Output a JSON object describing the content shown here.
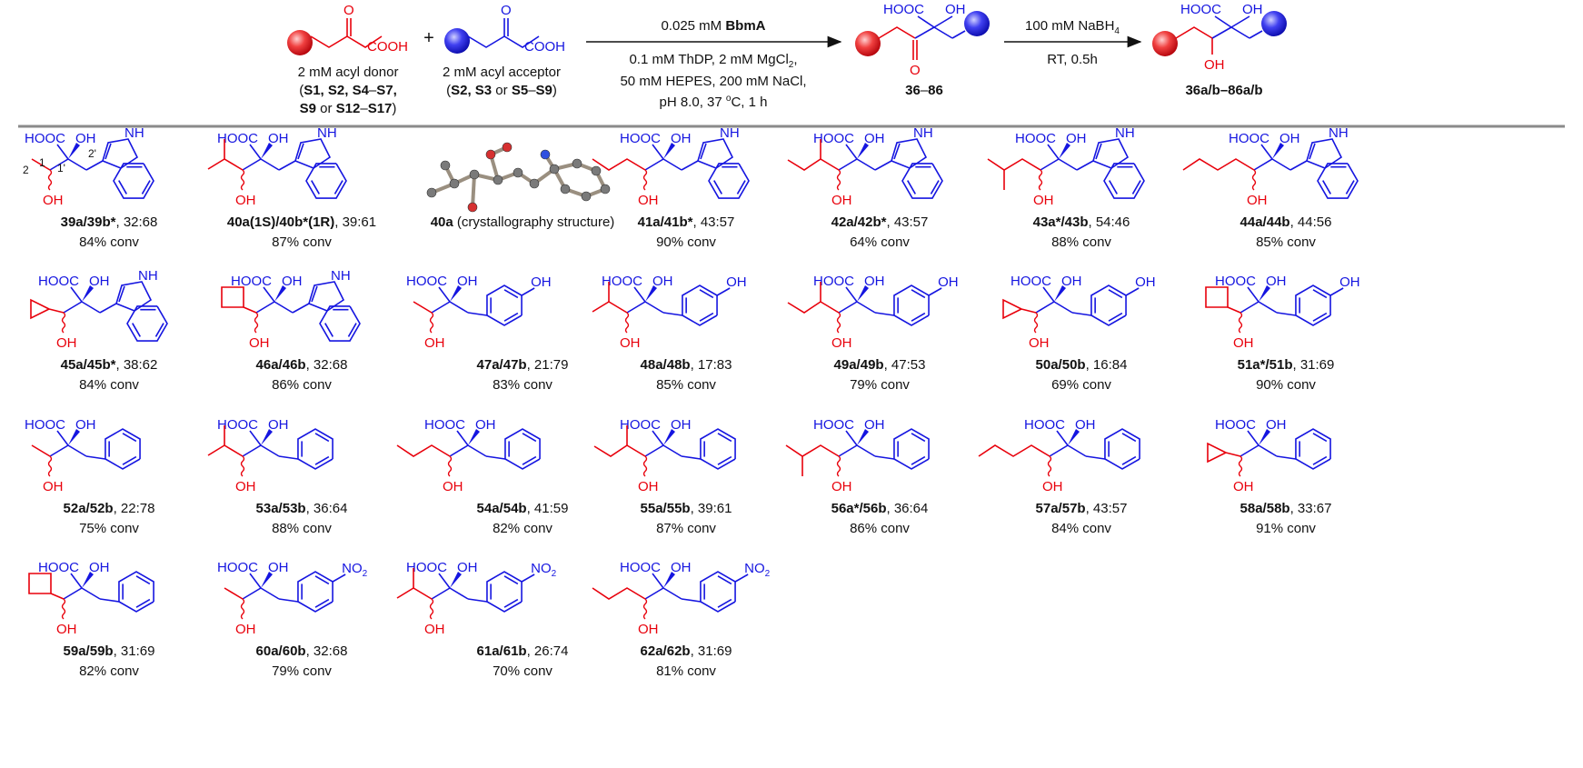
{
  "colors": {
    "donor": "#e8000b",
    "acceptor": "#1515e0",
    "text": "#111111",
    "divider": "#8a8a8a"
  },
  "scheme": {
    "donor": {
      "acid_label": "COOH",
      "oxo_label": "O",
      "conc": "2 mM acyl donor",
      "list_open": "(",
      "list_bold_1": "S1, S2, S4",
      "list_dash_1": "–",
      "list_bold_2": "S7,",
      "list_bold_3": "S9",
      "list_or": " or ",
      "list_bold_4": "S12",
      "list_dash_2": "–",
      "list_bold_5": "S17",
      "list_close": ")"
    },
    "plus": "+",
    "acceptor": {
      "acid_label": "COOH",
      "oxo_label": "O",
      "conc": "2 mM acyl acceptor",
      "list_open": "(",
      "list_bold_1": "S2, S3",
      "list_or": " or ",
      "list_bold_2": "S5",
      "list_dash": "–",
      "list_bold_3": "S9",
      "list_close": ")"
    },
    "step1": {
      "above_pre": "0.025 mM ",
      "above_bold": "BbmA",
      "line1_pre": "0.1 mM ThDP, 2 mM MgCl",
      "line1_sub": "2",
      "line1_post": ",",
      "line2": "50 mM HEPES, 200 mM NaCl,",
      "line3_pre": "pH 8.0, 37 ",
      "line3_sup": "o",
      "line3_post": "C, 1 h"
    },
    "intermediate": {
      "acid_label": "HOOC",
      "oh_label": "OH",
      "oxo_label": "O",
      "range_a": "36",
      "range_dash": "–",
      "range_b": "86"
    },
    "step2": {
      "above_pre": "100 mM NaBH",
      "above_sub": "4",
      "below": "RT, 0.5h"
    },
    "product": {
      "acid_label": "HOOC",
      "oh_label": "OH",
      "oh2_label": "OH",
      "range": "36a/b–86a/b"
    }
  },
  "compounds": [
    {
      "id": "39a/39b*",
      "ratio": ", 32:68",
      "conv": "84% conv",
      "donor": "ethyl",
      "acceptor": "indole",
      "numbering": [
        "1",
        "2",
        "1'",
        "2'"
      ]
    },
    {
      "id": "40a(1S)/40b*(1R)",
      "ratio": ", 39:61",
      "conv": "87% conv",
      "donor": "isopropyl",
      "acceptor": "indole"
    },
    {
      "id": "40a",
      "ratio": "  (crystallography structure)",
      "conv": "",
      "donor": "crystal",
      "acceptor": "crystal"
    },
    {
      "id": "41a/41b*",
      "ratio": ", 43:57",
      "conv": "90% conv",
      "donor": "propyl",
      "acceptor": "indole"
    },
    {
      "id": "42a/42b*",
      "ratio": ", 43:57",
      "conv": "64% conv",
      "donor": "secbutyl",
      "acceptor": "indole"
    },
    {
      "id": "43a*/43b",
      "ratio": ", 54:46",
      "conv": "88% conv",
      "donor": "isobutyl",
      "acceptor": "indole"
    },
    {
      "id": "44a/44b",
      "ratio": ", 44:56",
      "conv": "85% conv",
      "donor": "butyl",
      "acceptor": "indole"
    },
    {
      "id": "45a/45b*",
      "ratio": ", 38:62",
      "conv": "84% conv",
      "donor": "cyclopropyl",
      "acceptor": "indole"
    },
    {
      "id": "46a/46b",
      "ratio": ", 32:68",
      "conv": "86% conv",
      "donor": "cyclobutyl",
      "acceptor": "indole"
    },
    {
      "id": "47a/47b",
      "ratio": ", 21:79",
      "conv": "83% conv",
      "donor": "ethyl",
      "acceptor": "phenol"
    },
    {
      "id": "48a/48b",
      "ratio": ", 17:83",
      "conv": "85% conv",
      "donor": "isopropyl",
      "acceptor": "phenol"
    },
    {
      "id": "49a/49b",
      "ratio": ", 47:53",
      "conv": "79% conv",
      "donor": "secbutyl",
      "acceptor": "phenol"
    },
    {
      "id": "50a/50b",
      "ratio": ", 16:84",
      "conv": "69% conv",
      "donor": "cyclopropyl",
      "acceptor": "phenol"
    },
    {
      "id": "51a*/51b",
      "ratio": ", 31:69",
      "conv": "90% conv",
      "donor": "cyclobutyl",
      "acceptor": "phenol"
    },
    {
      "id": "52a/52b",
      "ratio": ", 22:78",
      "conv": "75% conv",
      "donor": "ethyl",
      "acceptor": "phenyl"
    },
    {
      "id": "53a/53b",
      "ratio": ", 36:64",
      "conv": "88% conv",
      "donor": "isopropyl",
      "acceptor": "phenyl"
    },
    {
      "id": "54a/54b",
      "ratio": ", 41:59",
      "conv": "82% conv",
      "donor": "propyl",
      "acceptor": "phenyl"
    },
    {
      "id": "55a/55b",
      "ratio": ", 39:61",
      "conv": "87% conv",
      "donor": "secbutyl",
      "acceptor": "phenyl"
    },
    {
      "id": "56a*/56b",
      "ratio": ", 36:64",
      "conv": "86% conv",
      "donor": "isobutyl",
      "acceptor": "phenyl"
    },
    {
      "id": "57a/57b",
      "ratio": ", 43:57",
      "conv": "84% conv",
      "donor": "butyl",
      "acceptor": "phenyl"
    },
    {
      "id": "58a/58b",
      "ratio": ", 33:67",
      "conv": "91% conv",
      "donor": "cyclopropyl",
      "acceptor": "phenyl"
    },
    {
      "id": "59a/59b",
      "ratio": ", 31:69",
      "conv": "82% conv",
      "donor": "cyclobutyl",
      "acceptor": "phenyl"
    },
    {
      "id": "60a/60b",
      "ratio": ", 32:68",
      "conv": "79% conv",
      "donor": "ethyl",
      "acceptor": "nitrophenyl"
    },
    {
      "id": "61a/61b",
      "ratio": ", 26:74",
      "conv": "70% conv",
      "donor": "isopropyl",
      "acceptor": "nitrophenyl"
    },
    {
      "id": "62a/62b",
      "ratio": ", 31:69",
      "conv": "81% conv",
      "donor": "propyl",
      "acceptor": "nitrophenyl"
    }
  ],
  "structure_labels": {
    "acid": "HOOC",
    "oh": "OH",
    "nh": "NH",
    "no2": "NO",
    "no2_sub": "2"
  }
}
